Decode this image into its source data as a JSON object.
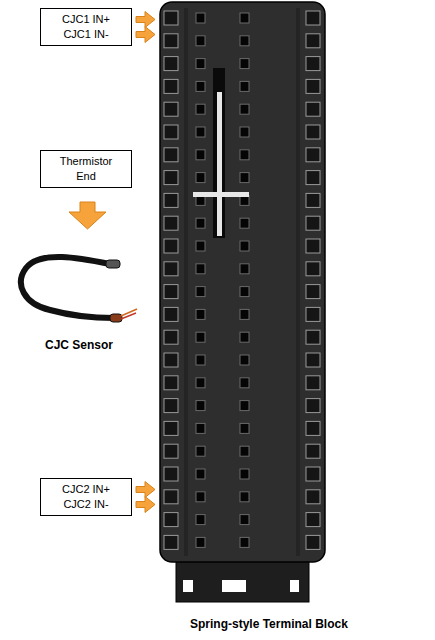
{
  "diagram": {
    "nodes": [
      {
        "text": [
          "CJC1 IN+",
          "CJC1 IN-"
        ]
      },
      {
        "text": [
          "Thermistor End"
        ]
      },
      {
        "text": [
          "CJC2 IN+",
          "CJC2 IN-"
        ]
      }
    ],
    "labels": [
      "CJC Sensor",
      "Spring-style Terminal Block"
    ]
  }
}
